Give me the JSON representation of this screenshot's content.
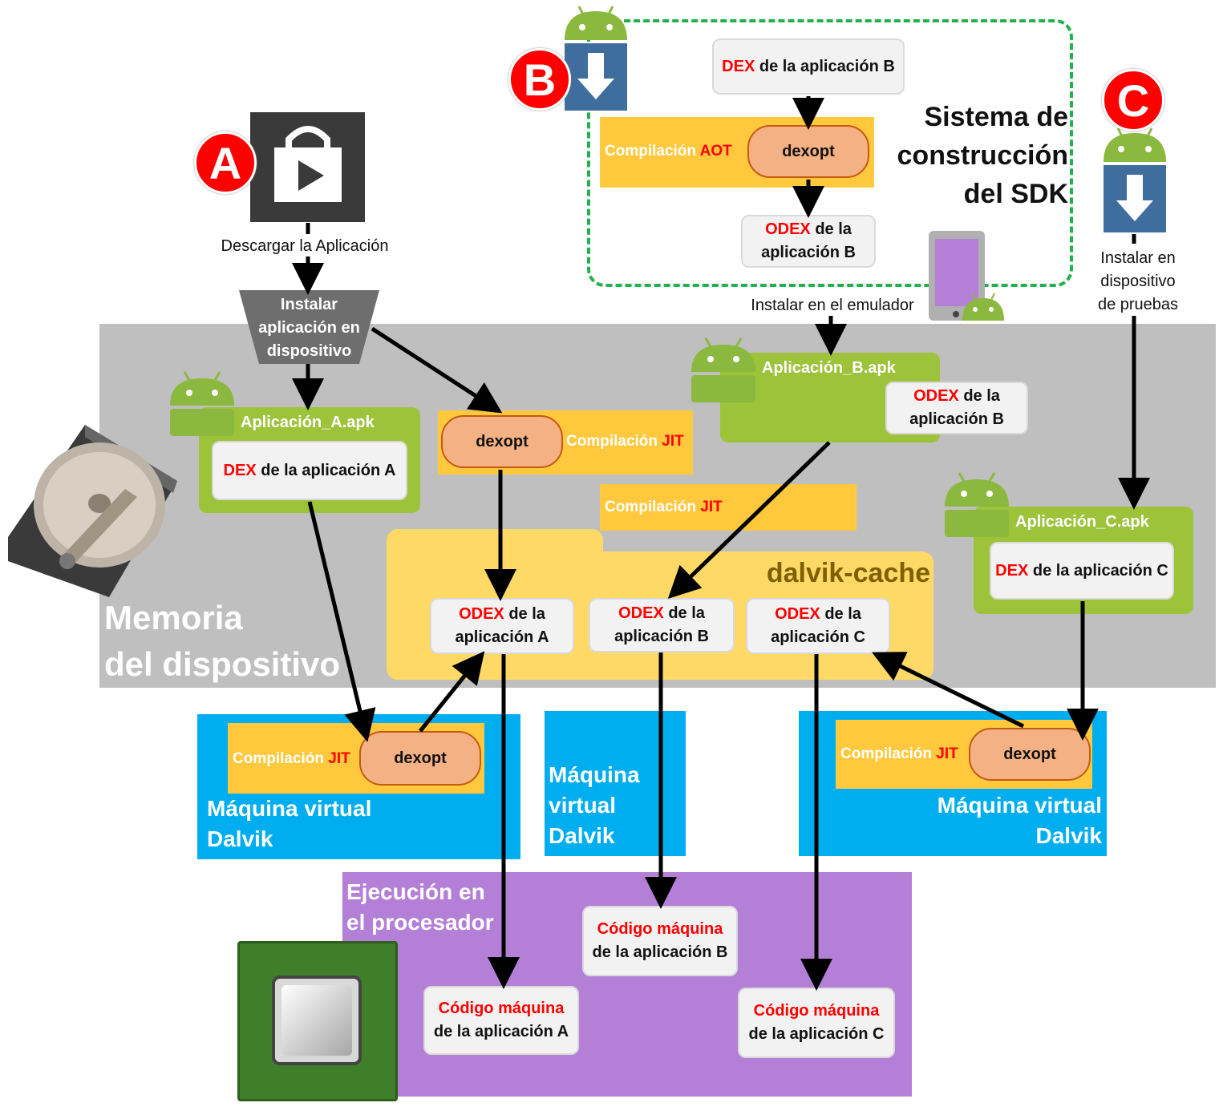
{
  "regions": {
    "memory_label": [
      "Memoria",
      "del dispositivo"
    ],
    "cache_label": "dalvik-cache",
    "sdk_label": [
      "Sistema de",
      "construcción",
      "del SDK"
    ],
    "vm_left": [
      "Máquina virtual",
      "Dalvik"
    ],
    "vm_mid": [
      "Máquina",
      "virtual",
      "Dalvik"
    ],
    "vm_right": [
      "Máquina virtual",
      "Dalvik"
    ],
    "exec_label": [
      "Ejecución en",
      "el procesador"
    ]
  },
  "markers": {
    "a": "A",
    "b": "B",
    "c": "C"
  },
  "steps": {
    "download_app": "Descargar la Aplicación",
    "install_on_device": [
      "Instalar",
      "aplicación en",
      "dispositivo"
    ],
    "install_emulator": "Instalar en el emulador",
    "install_test_device": [
      "Instalar en",
      "dispositivo",
      "de pruebas"
    ]
  },
  "apks": {
    "a": "Aplicación_A.apk",
    "b": "Aplicación_B.apk",
    "c": "Aplicación_C.apk"
  },
  "keywords": {
    "dex": "DEX",
    "odex": "ODEX",
    "jit": "JIT",
    "aot": "AOT",
    "machine_code": "Código máquina"
  },
  "texts": {
    "dex_a": " de la aplicación A",
    "dex_b": " de la aplicación B",
    "dex_c": " de la aplicación C",
    "de_la": " de la",
    "app_a": "aplicación A",
    "app_b": "aplicación B",
    "app_c": "aplicación C",
    "code_a": "de la aplicación A",
    "code_b": "de la aplicación B",
    "code_c": "de la aplicación C",
    "compile": "Compilación ",
    "dexopt": "dexopt"
  },
  "colors": {
    "memory": "#bfbfbf",
    "vm": "#00aeef",
    "processor": "#b47fd6",
    "apk": "#9dc33b",
    "compile": "#ffc83d",
    "cache": "#ffd966",
    "dexopt": "#f4b183",
    "highlight": "#ff0000",
    "sdk_border": "#22b14c"
  },
  "icons": [
    "play-store-icon",
    "android-download-icon",
    "android-icon",
    "hard-disk-icon",
    "cpu-chip-icon",
    "tablet-icon"
  ]
}
